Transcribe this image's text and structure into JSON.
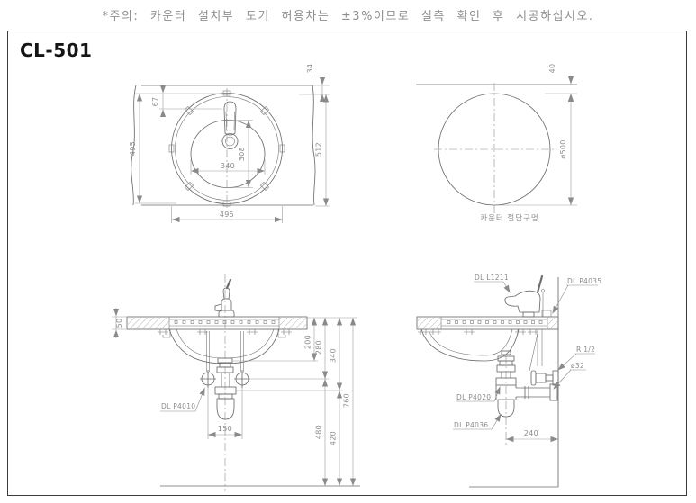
{
  "notice": "*주의: 카운터 설치부 도기 허용차는 ±3%이므로 실측 확인 후 시공하십시오.",
  "title": "CL-501",
  "plan_view": {
    "dim_top_offset": "34",
    "dim_faucet_offset": "67",
    "dim_width_left": "495",
    "dim_depth_right": "512",
    "dim_basin_depth": "308",
    "dim_basin_width": "340",
    "dim_width_bottom": "495"
  },
  "cutout_view": {
    "dim_edge_offset": "40",
    "dim_diameter": "ø500",
    "caption": "카운터 절단구멍"
  },
  "front_view": {
    "dim_counter_thickness": "50",
    "dim_200": "200",
    "dim_280": "280",
    "dim_340": "340",
    "dim_760": "760",
    "dim_480": "480",
    "dim_420": "420",
    "dim_150": "150",
    "label_stop_valve": "DL P4010"
  },
  "side_view": {
    "label_faucet": "DL L1211",
    "label_supply": "DL P4035",
    "label_wall_conn": "R 1/2",
    "label_drain_dia": "ø32",
    "label_trap": "DL P4020",
    "label_trap_bottom": "DL P4036",
    "dim_240": "240"
  }
}
